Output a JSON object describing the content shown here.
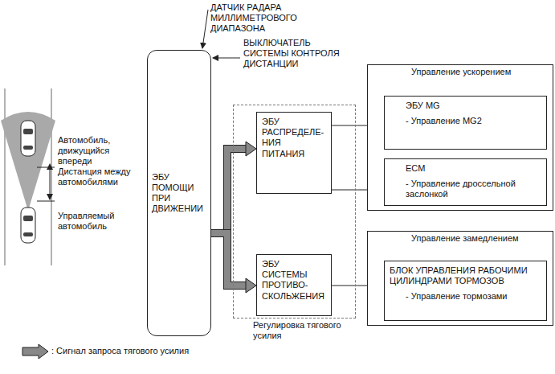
{
  "diagram": {
    "nodes": [
      {
        "text": [
          "ЭБУ ПОМОЩИ ПРИ ДВИЖЕНИИ"
        ]
      },
      {
        "text": [
          "Регулировка тягового усилия"
        ]
      },
      {
        "text": [
          "ЭБУ РАСПРЕДЕЛЕ- НИЯ ПИТАНИЯ"
        ],
        "in": 1
      },
      {
        "text": [
          "ЭБУ СИСТЕМЫ ПРОТИВО- СКОЛЬЖЕНИЯ"
        ],
        "in": 1
      },
      {
        "text": [
          "Управление ускорением"
        ]
      },
      {
        "text": [
          "ЭБУ MG",
          "- Управление MG2"
        ],
        "in": 4
      },
      {
        "text": [
          "ECM",
          "- Управление дроссельной заслонкой"
        ],
        "in": 4
      },
      {
        "text": [
          "Управление замедлением"
        ]
      },
      {
        "text": [
          "БЛОК УПРАВЛЕНИЯ РАБОЧИМИ ЦИЛИНДРАМИ ТОРМОЗОВ",
          "- Управление тормозами"
        ],
        "in": 7
      }
    ],
    "edges": [
      {
        "from": 0,
        "to": 2,
        "arrow": "to"
      },
      {
        "from": 0,
        "to": 3,
        "arrow": "to"
      },
      {
        "from": 2,
        "to": 5,
        "arrow": "to"
      },
      {
        "from": 2,
        "to": 6,
        "arrow": "to"
      },
      {
        "from": 3,
        "to": 8,
        "arrow": "to"
      }
    ],
    "labels": [
      "ДАТЧИК РАДАРА МИЛЛИМЕТРОВОГО ДИАПАЗОНА",
      "ВЫКЛЮЧАТЕЛЬ СИСТЕМЫ КОНТРОЛЯ ДИСТАНЦИИ",
      "Автомобиль, движущийся впереди",
      "Дистанция между автомобилями",
      "Управляемый автомобиль"
    ],
    "legend": [
      {
        "text": ": Сигнал запроса тягового усилия"
      }
    ]
  }
}
